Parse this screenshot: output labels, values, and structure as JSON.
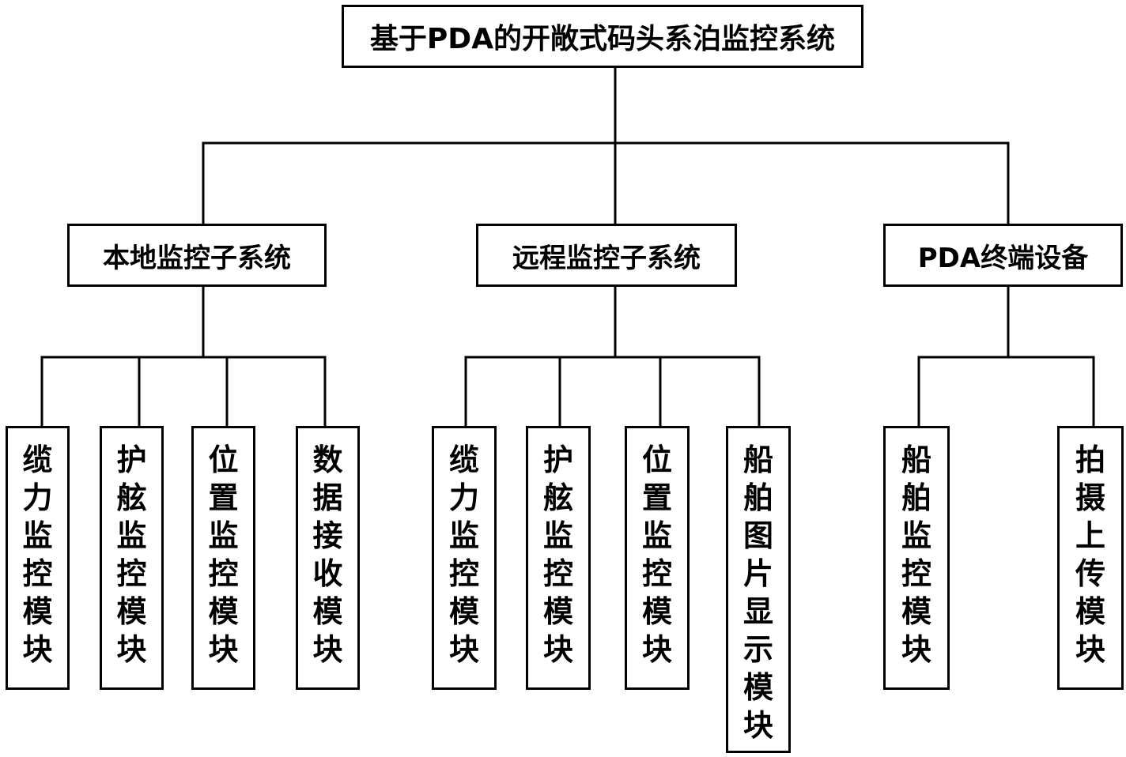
{
  "diagram": {
    "root": {
      "label": "基于PDA的开敞式码头系泊监控系统"
    },
    "subsystems": [
      {
        "label": "本地监控子系统",
        "modules": [
          "缆力监控模块",
          "护舷监控模块",
          "位置监控模块",
          "数据接收模块"
        ]
      },
      {
        "label": "远程监控子系统",
        "modules": [
          "缆力监控模块",
          "护舷监控模块",
          "位置监控模块",
          "船舶图片显示模块"
        ]
      },
      {
        "label": "PDA终端设备",
        "modules": [
          "船舶监控模块",
          "拍摄上传模块"
        ]
      }
    ],
    "line_color": "#000000",
    "box_border_color": "#000000",
    "background_color": "#ffffff"
  }
}
